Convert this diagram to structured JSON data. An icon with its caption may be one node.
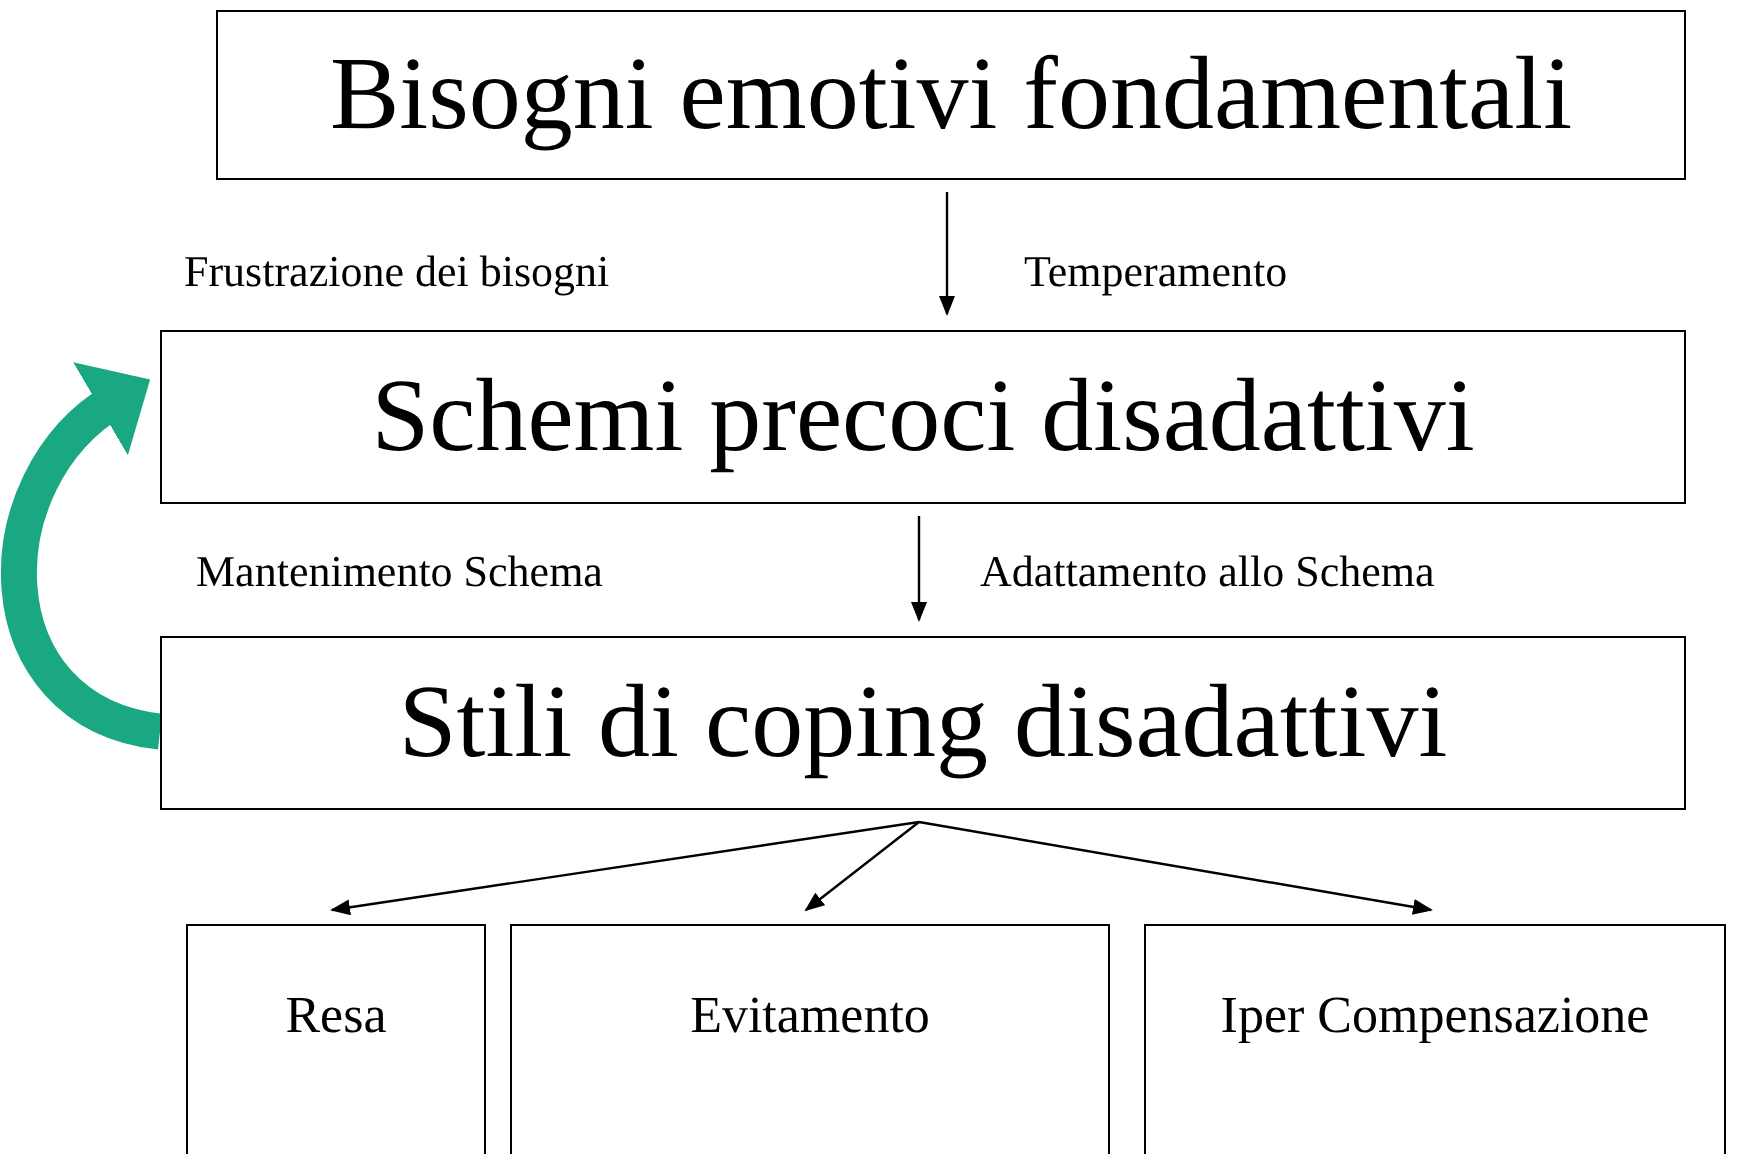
{
  "diagram": {
    "nodes": [
      {
        "text": [
          "Bisogni emotivi fondamentali"
        ]
      },
      {
        "text": [
          "Schemi precoci disadattivi"
        ]
      },
      {
        "text": [
          "Stili di coping disadattivi"
        ]
      },
      {
        "text": [
          "Resa"
        ]
      },
      {
        "text": [
          "Evitamento"
        ]
      },
      {
        "text": [
          "Iper Compensazione"
        ]
      }
    ],
    "edges": [
      {
        "from": 0,
        "to": 1,
        "arrow": "to"
      },
      {
        "from": 1,
        "to": 2,
        "arrow": "to"
      },
      {
        "from": 2,
        "to": 1,
        "arrow": "to",
        "style": "thick",
        "color": "#1aa882"
      },
      {
        "from": 2,
        "to": 3,
        "arrow": "to"
      },
      {
        "from": 2,
        "to": 4,
        "arrow": "to"
      },
      {
        "from": 2,
        "to": 5,
        "arrow": "to"
      }
    ],
    "labels": [
      "Frustrazione dei bisogni",
      "Temperamento",
      "Mantenimento Schema",
      "Adattamento allo Schema"
    ]
  }
}
